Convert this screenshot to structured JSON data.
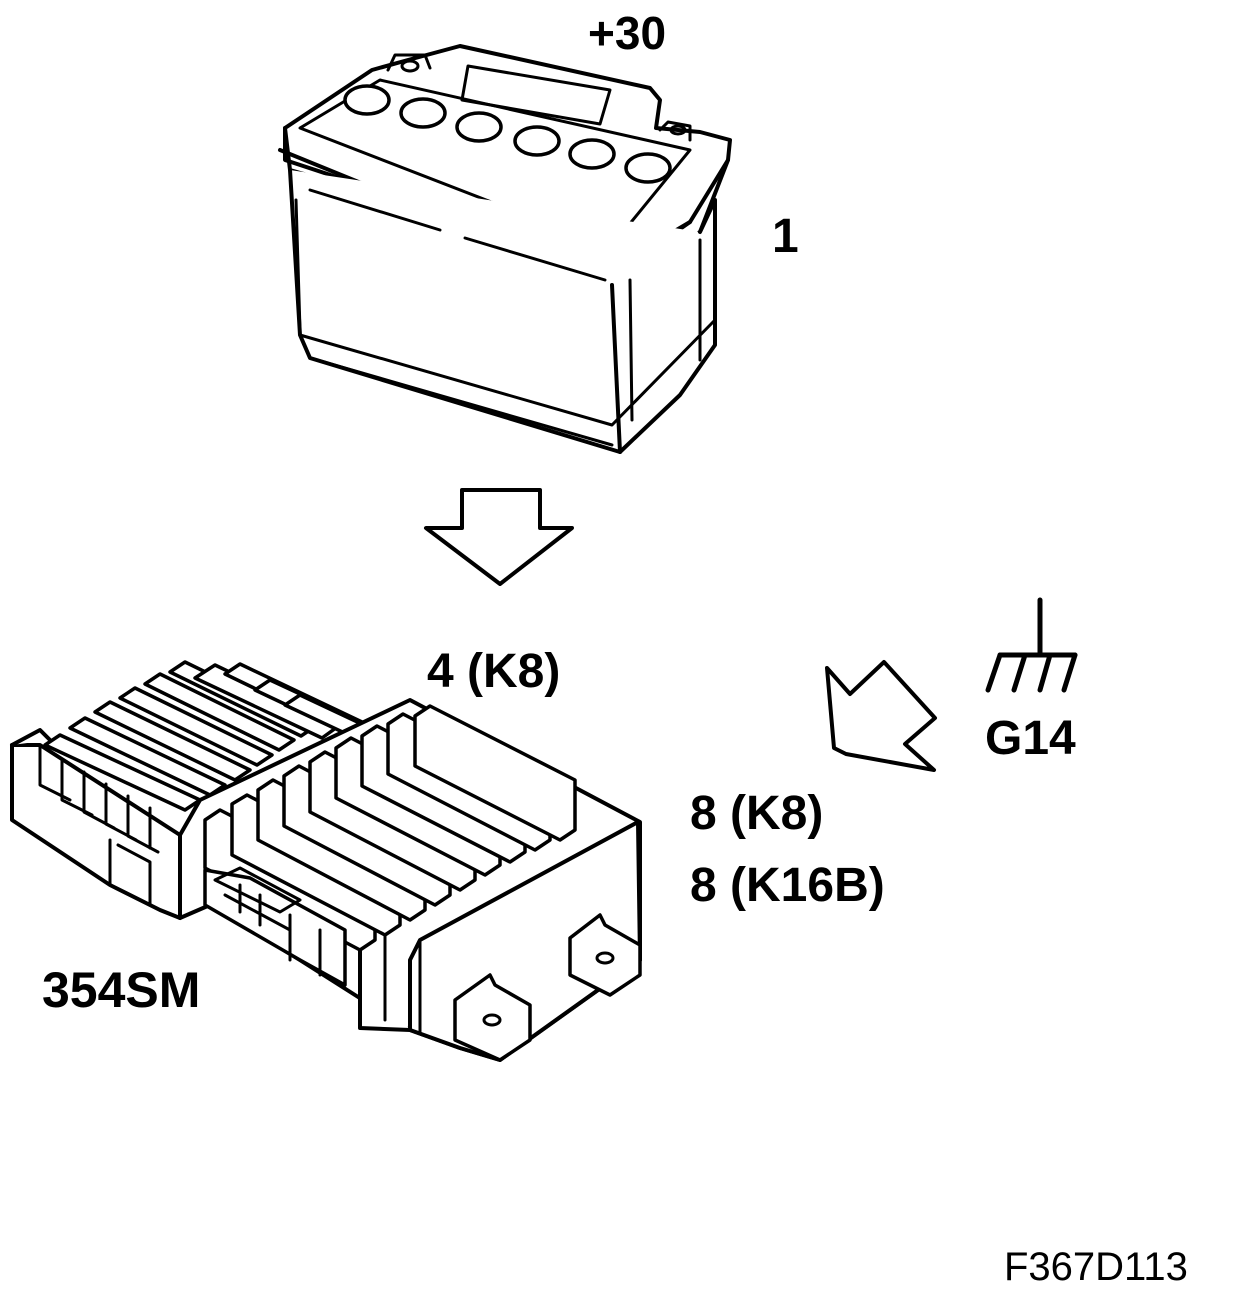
{
  "labels": {
    "battery_terminal": "+30",
    "battery_number": "1",
    "pin_battery": "4 (K8)",
    "ground_name": "G14",
    "pin_ground_1": "8 (K8)",
    "pin_ground_2": "8 (K16B)",
    "module_name": "354SM",
    "figure_id": "F367D113"
  },
  "icons": {
    "battery": "car-battery-icon",
    "module": "amplifier-module-icon",
    "ground": "ground-symbol-icon",
    "arrow_down": "hollow-arrow-down-icon",
    "arrow_diag": "hollow-arrow-diagonal-icon"
  },
  "colors": {
    "line": "#000000",
    "background": "#ffffff"
  }
}
